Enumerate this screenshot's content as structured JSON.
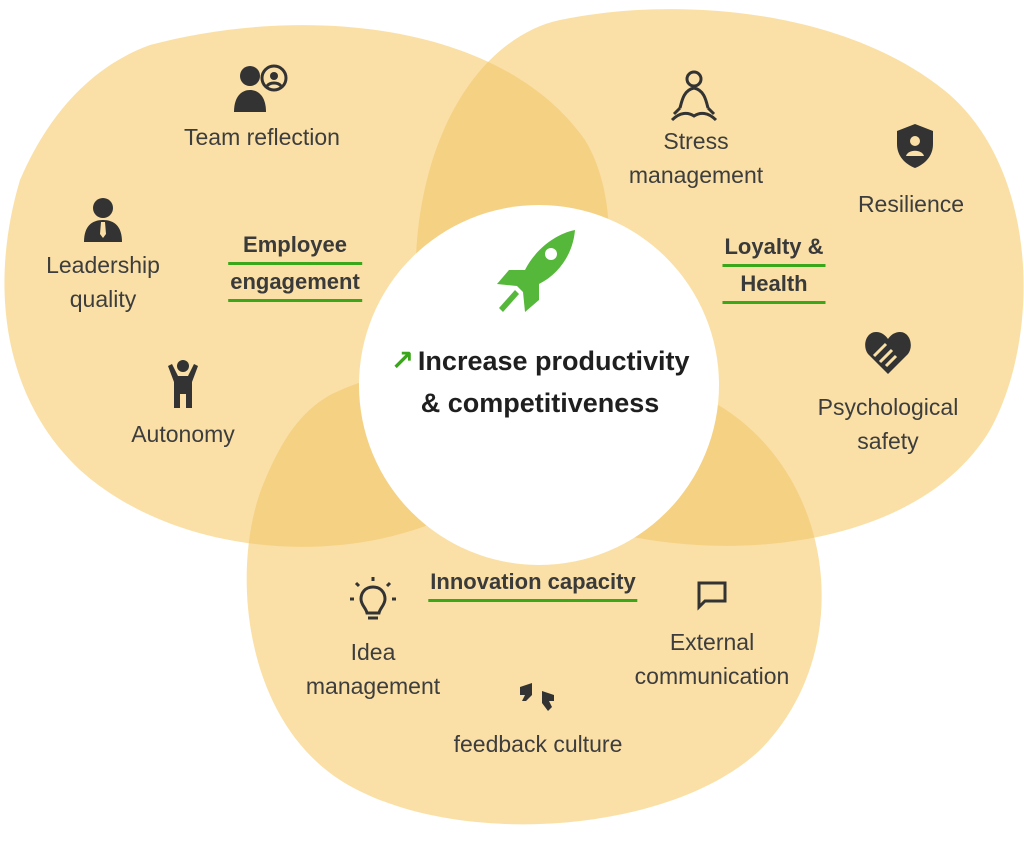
{
  "colors": {
    "bubble": "#fae0a6",
    "overlap": "#f5d184",
    "accent_green": "#3aa61a",
    "rocket_green": "#56b83a",
    "icon_dark": "#333333"
  },
  "center": {
    "icon": "rocket-icon",
    "arrow_icon": "trend-up-arrow-icon",
    "line1": "Increase productivity",
    "line2": "& competitiveness"
  },
  "groups": {
    "employee_engagement": {
      "line1": "Employee",
      "line2": "engagement"
    },
    "loyalty_health": {
      "line1": "Loyalty &",
      "line2": "Health"
    },
    "innovation": {
      "line1": "Innovation capacity"
    }
  },
  "items": {
    "team_reflection": {
      "icon": "team-reflection-icon",
      "line1": "Team reflection"
    },
    "leadership_quality": {
      "icon": "leader-icon",
      "line1": "Leadership",
      "line2": "quality"
    },
    "autonomy": {
      "icon": "person-arms-up-icon",
      "line1": "Autonomy"
    },
    "stress_management": {
      "icon": "meditation-icon",
      "line1": "Stress",
      "line2": "management"
    },
    "resilience": {
      "icon": "shield-user-icon",
      "line1": "Resilience"
    },
    "psychological_safety": {
      "icon": "heart-handshake-icon",
      "line1": "Psychological",
      "line2": "safety"
    },
    "idea_management": {
      "icon": "lightbulb-icon",
      "line1": "Idea",
      "line2": "management"
    },
    "external_communication": {
      "icon": "chat-bubble-icon",
      "line1": "External",
      "line2": "communication"
    },
    "feedback_culture": {
      "icon": "quote-marks-icon",
      "line1": "feedback culture"
    }
  }
}
